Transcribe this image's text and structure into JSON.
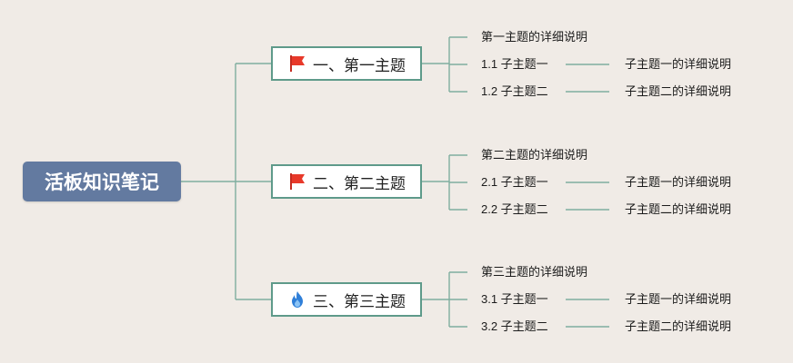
{
  "root": {
    "label": "活板知识笔记"
  },
  "topics": [
    {
      "label": "一、第一主题",
      "icon": "red-flag-icon",
      "description": "第一主题的详细说明",
      "subtopics": [
        {
          "label": "1.1 子主题一",
          "detail": "子主题一的详细说明"
        },
        {
          "label": "1.2 子主题二",
          "detail": "子主题二的详细说明"
        }
      ]
    },
    {
      "label": "二、第二主题",
      "icon": "red-flag-icon",
      "description": "第二主题的详细说明",
      "subtopics": [
        {
          "label": "2.1 子主题一",
          "detail": "子主题一的详细说明"
        },
        {
          "label": "2.2 子主题二",
          "detail": "子主题二的详细说明"
        }
      ]
    },
    {
      "label": "三、第三主题",
      "icon": "blue-fire-icon",
      "description": "第三主题的详细说明",
      "subtopics": [
        {
          "label": "3.1 子主题一",
          "detail": "子主题一的详细说明"
        },
        {
          "label": "3.2 子主题二",
          "detail": "子主题二的详细说明"
        }
      ]
    }
  ],
  "colors": {
    "background": "#f0ebe6",
    "root_fill": "#637aa0",
    "topic_border": "#5e9a8a",
    "connector": "#7fae9f",
    "flag": "#e8392a",
    "fire": "#2f7fd8"
  }
}
